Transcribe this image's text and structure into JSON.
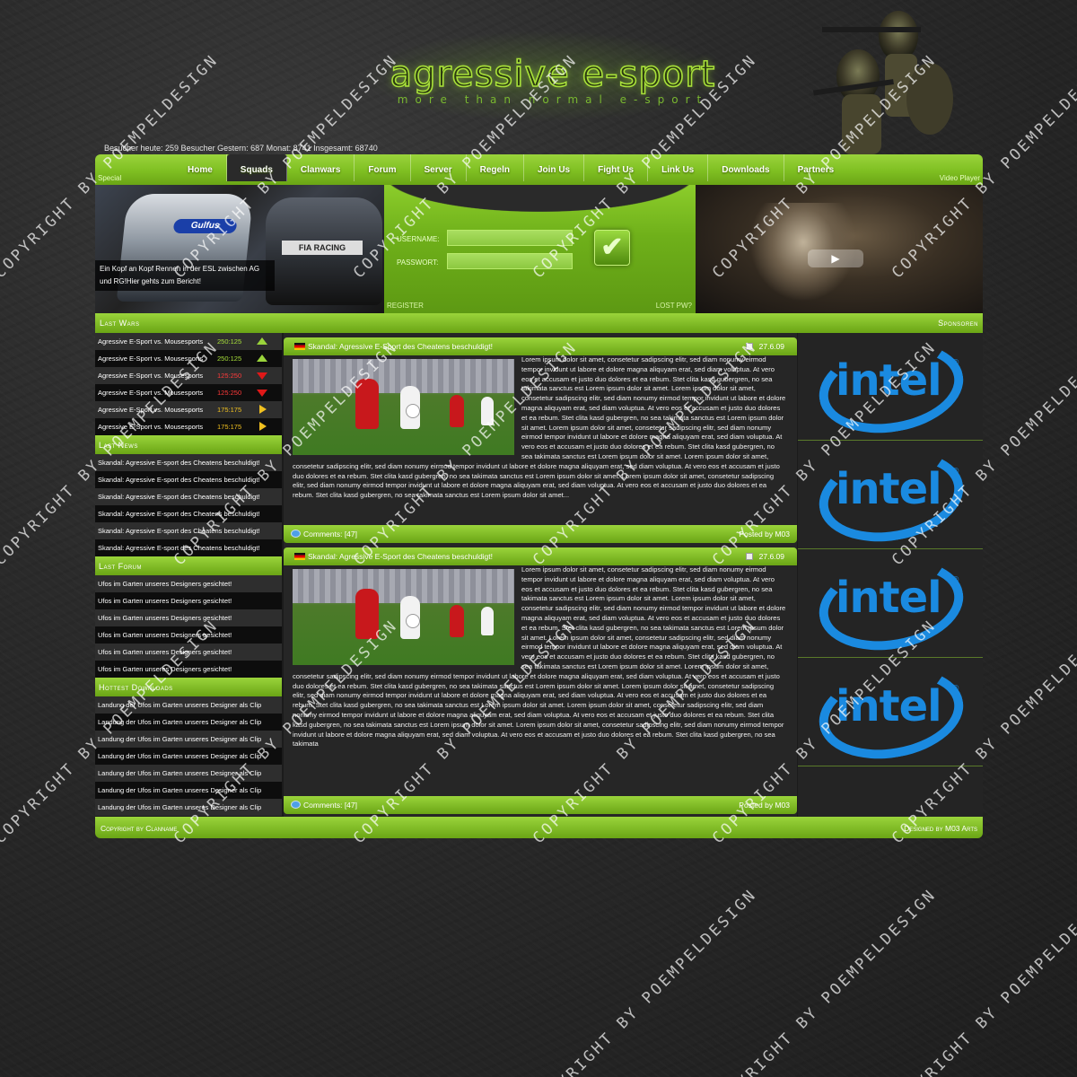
{
  "header": {
    "logo_text": "agressive e-sport",
    "slogan": "more than normal e-sport",
    "stats": "Besucher heute: 259 Besucher Gestern: 687 Monat: 8741 Insgesamt: 68740"
  },
  "nav": {
    "items": [
      "Home",
      "Squads",
      "Clanwars",
      "Forum",
      "Server",
      "Regeln",
      "Join Us",
      "Fight Us",
      "Link Us",
      "Downloads",
      "Partners"
    ],
    "active_index": 1,
    "special_label": "Special",
    "video_label": "Video Player"
  },
  "hero": {
    "car1_badge": "Gulfus",
    "car2_badge": "FIA RACING",
    "caption": "Ein Kopf an Kopf Rennen in der ESL zwischen AG und RG!Hier gehts zum Bericht!",
    "login": {
      "username_label": "USERNAME:",
      "password_label": "PASSWORT:",
      "submit_glyph": "✔",
      "register_label": "REGISTER",
      "lost_pw_label": "LOST PW?"
    },
    "play_glyph": "▶"
  },
  "section_bar": {
    "left": "Last Wars",
    "right": "Sponsoren"
  },
  "sidebar": {
    "wars": [
      {
        "text": "Agressive E-Sport vs. Mousesports",
        "score": "250:125",
        "result": "win"
      },
      {
        "text": "Agressive E-Sport vs. Mousesports",
        "score": "250:125",
        "result": "win"
      },
      {
        "text": "Agressive E-Sport vs. Mousesports",
        "score": "125:250",
        "result": "loss"
      },
      {
        "text": "Agressive E-Sport vs. Mousesports",
        "score": "125:250",
        "result": "loss"
      },
      {
        "text": "Agressive E-Sport vs. Mousesports",
        "score": "175:175",
        "result": "draw"
      },
      {
        "text": "Agressive E-Sport vs. Mousesports",
        "score": "175:175",
        "result": "draw"
      }
    ],
    "news_title": "Last News",
    "news": [
      "Skandal: Agressive E-sport des Cheatens beschuldigt!",
      "Skandal: Agressive E-sport des Cheatens beschuldigt!",
      "Skandal: Agressive E-sport des Cheatens beschuldigt!",
      "Skandal: Agressive E-sport des Cheatens beschuldigt!",
      "Skandal: Agressive E-sport des Cheatens beschuldigt!",
      "Skandal: Agressive E-sport des Cheatens beschuldigt!"
    ],
    "forum_title": "Last Forum",
    "forum": [
      "Ufos im Garten unseres Designers gesichtet!",
      "Ufos im Garten unseres Designers gesichtet!",
      "Ufos im Garten unseres Designers gesichtet!",
      "Ufos im Garten unseres Designers gesichtet!",
      "Ufos im Garten unseres Designers gesichtet!",
      "Ufos im Garten unseres Designers gesichtet!"
    ],
    "downloads_title": "Hottest Downloads",
    "downloads": [
      "Landung der Ufos im Garten unseres Designer als Clip",
      "Landung der Ufos im Garten unseres Designer als Clip",
      "Landung der Ufos im Garten unseres Designer als Clip",
      "Landung der Ufos im Garten unseres Designer als Clip",
      "Landung der Ufos im Garten unseres Designer als Clip",
      "Landung der Ufos im Garten unseres Designer als Clip",
      "Landung der Ufos im Garten unseres Designer als Clip"
    ]
  },
  "news": [
    {
      "title": "Skandal: Agressive E-Sport des Cheatens beschuldigt!",
      "date": "27.6.09",
      "body": "Lorem ipsum dolor sit amet, consetetur sadipscing elitr, sed diam nonumy eirmod tempor invidunt ut labore et dolore magna aliquyam erat, sed diam voluptua. At vero eos et accusam et justo duo dolores et ea rebum. Stet clita kasd gubergren, no sea takimata sanctus est Lorem ipsum dolor sit amet. Lorem ipsum dolor sit amet, consetetur sadipscing elitr, sed diam nonumy eirmod tempor invidunt ut labore et dolore magna aliquyam erat, sed diam voluptua. At vero eos et accusam et justo duo dolores et ea rebum. Stet clita kasd gubergren, no sea takimata sanctus est Lorem ipsum dolor sit amet. Lorem ipsum dolor sit amet, consetetur sadipscing elitr, sed diam nonumy eirmod tempor invidunt ut labore et dolore magna aliquyam erat, sed diam voluptua. At vero eos et accusam et justo duo dolores et ea rebum. Stet clita kasd gubergren, no sea takimata sanctus est Lorem ipsum dolor sit amet. Lorem ipsum dolor sit amet, consetetur sadipscing elitr, sed diam nonumy eirmod tempor invidunt ut labore et dolore magna aliquyam erat, sed diam voluptua. At vero eos et accusam et justo duo dolores et ea rebum. Stet clita kasd gubergren, no sea takimata sanctus est Lorem ipsum dolor sit amet. Lorem ipsum dolor sit amet, consetetur sadipscing elitr, sed diam nonumy eirmod tempor invidunt ut labore et dolore magna aliquyam erat, sed diam voluptua. At vero eos et accusam et justo duo dolores et ea rebum. Stet clita kasd gubergren, no sea takimata sanctus est Lorem ipsum dolor sit amet...",
      "comments": "Comments: [47]",
      "posted_by": "Posted by M03"
    },
    {
      "title": "Skandal: Agressive E-Sport des Cheatens beschuldigt!",
      "date": "27.6.09",
      "body": "Lorem ipsum dolor sit amet, consetetur sadipscing elitr, sed diam nonumy eirmod tempor invidunt ut labore et dolore magna aliquyam erat, sed diam voluptua. At vero eos et accusam et justo duo dolores et ea rebum. Stet clita kasd gubergren, no sea takimata sanctus est Lorem ipsum dolor sit amet. Lorem ipsum dolor sit amet, consetetur sadipscing elitr, sed diam nonumy eirmod tempor invidunt ut labore et dolore magna aliquyam erat, sed diam voluptua. At vero eos et accusam et justo duo dolores et ea rebum. Stet clita kasd gubergren, no sea takimata sanctus est Lorem ipsum dolor sit amet. Lorem ipsum dolor sit amet, consetetur sadipscing elitr, sed diam nonumy eirmod tempor invidunt ut labore et dolore magna aliquyam erat, sed diam voluptua. At vero eos et accusam et justo duo dolores et ea rebum. Stet clita kasd gubergren, no sea takimata sanctus est Lorem ipsum dolor sit amet. Lorem ipsum dolor sit amet, consetetur sadipscing elitr, sed diam nonumy eirmod tempor invidunt ut labore et dolore magna aliquyam erat, sed diam voluptua. At vero eos et accusam et justo duo dolores et ea rebum. Stet clita kasd gubergren, no sea takimata sanctus est Lorem ipsum dolor sit amet. Lorem ipsum dolor sit amet, consetetur sadipscing elitr, sed diam nonumy eirmod tempor invidunt ut labore et dolore magna aliquyam erat, sed diam voluptua. At vero eos et accusam et justo duo dolores et ea rebum. Stet clita kasd gubergren, no sea takimata sanctus est Lorem ipsum dolor sit amet. Lorem ipsum dolor sit amet, consetetur sadipscing elitr, sed diam nonumy eirmod tempor invidunt ut labore et dolore magna aliquyam erat, sed diam voluptua. At vero eos et accusam et justo duo dolores et ea rebum. Stet clita kasd gubergren, no sea takimata sanctus est Lorem ipsum dolor sit amet. Lorem ipsum dolor sit amet, consetetur sadipscing elitr, sed diam nonumy eirmod tempor invidunt ut labore et dolore magna aliquyam erat, sed diam voluptua. At vero eos et accusam et justo duo dolores et ea rebum. Stet clita kasd gubergren, no sea takimata",
      "comments": "Comments: [47]",
      "posted_by": "Posted by M03"
    }
  ],
  "sponsors": {
    "logo_text": "intel",
    "reg_mark": "®",
    "count": 4
  },
  "footer": {
    "left": "Copyright by Clanname",
    "right": "Designed by M03 Arts"
  },
  "watermark": {
    "text": "COPYRIGHT BY POEMPELDESIGN"
  },
  "colors": {
    "accent_green": "#8ccd2b",
    "intel_blue": "#1a8ae0",
    "win": "#a8e03a",
    "loss": "#ff3a3a",
    "draw": "#f0c020"
  }
}
